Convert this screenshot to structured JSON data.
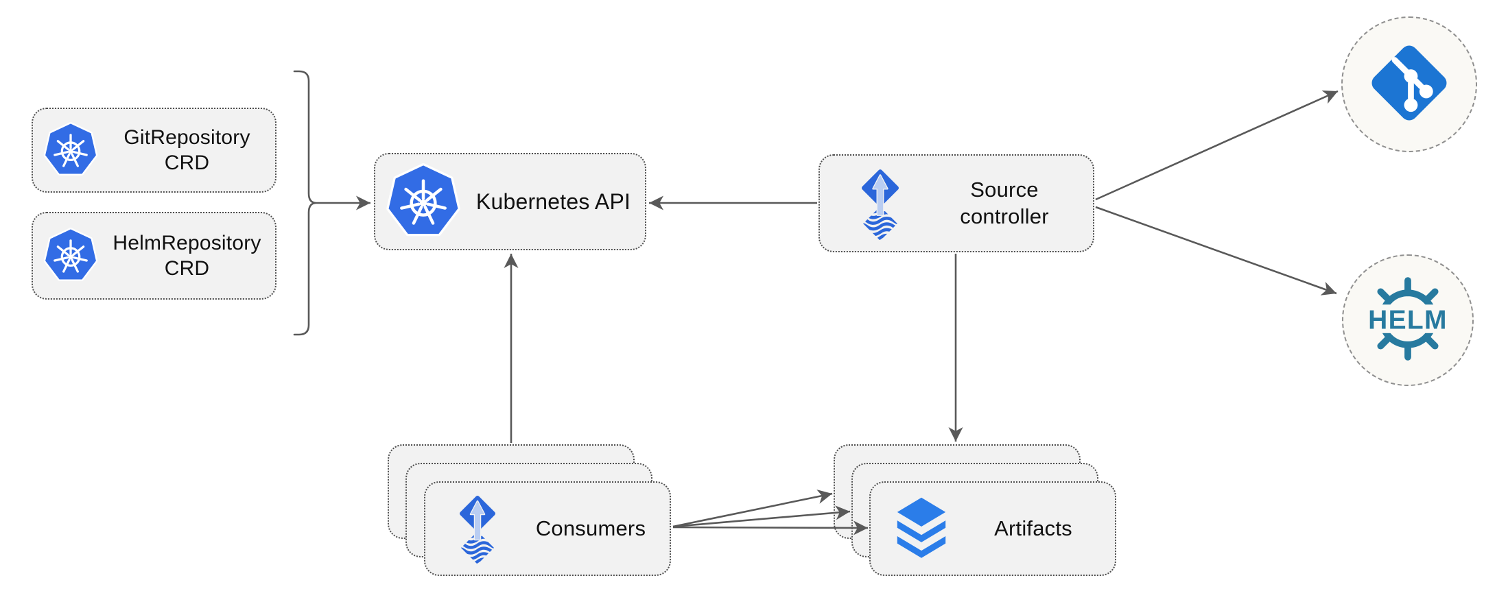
{
  "nodes": {
    "git_repository_crd": {
      "label": "GitRepository\nCRD",
      "icon": "kubernetes-icon"
    },
    "helm_repository_crd": {
      "label": "HelmRepository\nCRD",
      "icon": "kubernetes-icon"
    },
    "kubernetes_api": {
      "label": "Kubernetes API",
      "icon": "kubernetes-icon"
    },
    "source_controller": {
      "label": "Source\ncontroller",
      "icon": "flux-icon"
    },
    "consumers": {
      "label": "Consumers",
      "icon": "flux-icon",
      "stacked": 3
    },
    "artifacts": {
      "label": "Artifacts",
      "icon": "layers-icon",
      "stacked": 3
    },
    "git_remote": {
      "icon": "git-icon"
    },
    "helm_remote": {
      "label": "HELM",
      "icon": "helm-icon"
    }
  },
  "edges": [
    {
      "from": "crd_group_brace",
      "to": "kubernetes_api"
    },
    {
      "from": "source_controller",
      "to": "kubernetes_api"
    },
    {
      "from": "consumers",
      "to": "kubernetes_api"
    },
    {
      "from": "source_controller",
      "to": "artifacts"
    },
    {
      "from": "source_controller",
      "to": "git_remote"
    },
    {
      "from": "source_controller",
      "to": "helm_remote"
    },
    {
      "from": "consumers",
      "to": "artifacts",
      "arrow_count": 3
    }
  ],
  "colors": {
    "kubernetes_blue": "#326ce5",
    "flux_blue": "#2b66da",
    "flux_arrow": "#b9cdf2",
    "layers_blue": "#2b7de9",
    "git_blue": "#1c75d3",
    "helm_teal": "#277a9f",
    "box_fill": "#f2f2f2",
    "box_border": "#4f4f4f",
    "circle_fill": "#faf9f5",
    "circle_border": "#8f8f8f",
    "arrow_gray": "#595959"
  }
}
